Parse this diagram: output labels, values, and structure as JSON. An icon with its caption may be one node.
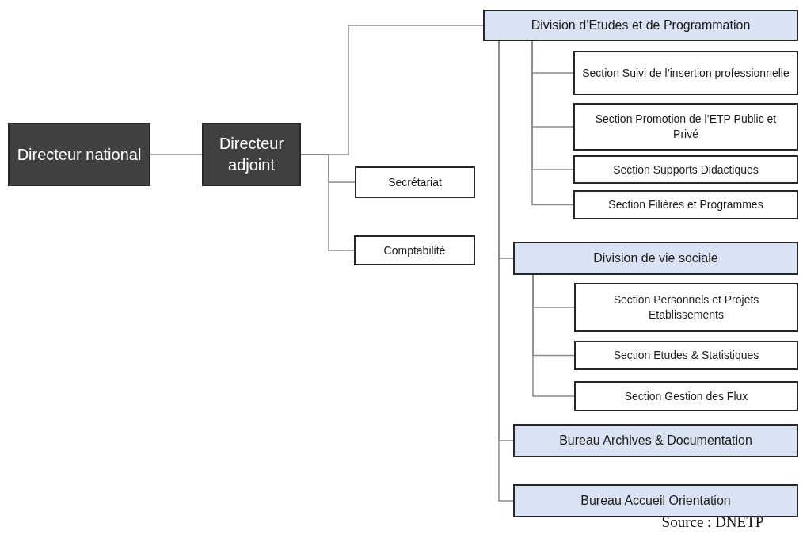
{
  "diagram": {
    "nodes": [
      {
        "text": [
          "Directeur national"
        ]
      },
      {
        "text": [
          "Directeur adjoint"
        ]
      },
      {
        "text": [
          "Division d’Etudes et de Programmation"
        ]
      },
      {
        "text": [
          "Secrétariat"
        ]
      },
      {
        "text": [
          "Comptabilité"
        ]
      },
      {
        "text": [
          "Section Suivi de l’insertion professionnelle"
        ]
      },
      {
        "text": [
          "Section Promotion de l’ETP Public et Privé"
        ]
      },
      {
        "text": [
          "Section Supports Didactiques"
        ]
      },
      {
        "text": [
          "Section Filières et Programmes"
        ]
      },
      {
        "text": [
          "Division de vie sociale"
        ]
      },
      {
        "text": [
          "Section Personnels et Projets Etablissements"
        ]
      },
      {
        "text": [
          "Section Etudes & Statistiques"
        ]
      },
      {
        "text": [
          "Section Gestion des Flux"
        ]
      },
      {
        "text": [
          "Bureau Archives & Documentation"
        ]
      },
      {
        "text": [
          "Bureau Accueil Orientation"
        ]
      }
    ],
    "edges": [
      {
        "from": 0,
        "to": 1,
        "arrow": "none"
      },
      {
        "from": 1,
        "to": 2,
        "arrow": "none"
      },
      {
        "from": 1,
        "to": 3,
        "arrow": "none"
      },
      {
        "from": 1,
        "to": 4,
        "arrow": "none"
      },
      {
        "from": 2,
        "to": 5,
        "arrow": "none"
      },
      {
        "from": 2,
        "to": 6,
        "arrow": "none"
      },
      {
        "from": 2,
        "to": 7,
        "arrow": "none"
      },
      {
        "from": 2,
        "to": 8,
        "arrow": "none"
      },
      {
        "from": 2,
        "to": 9,
        "arrow": "none"
      },
      {
        "from": 9,
        "to": 10,
        "arrow": "none"
      },
      {
        "from": 9,
        "to": 11,
        "arrow": "none"
      },
      {
        "from": 9,
        "to": 12,
        "arrow": "none"
      },
      {
        "from": 2,
        "to": 13,
        "arrow": "none"
      },
      {
        "from": 2,
        "to": 14,
        "arrow": "none"
      }
    ],
    "labels": [
      "Source : DNETP"
    ]
  }
}
